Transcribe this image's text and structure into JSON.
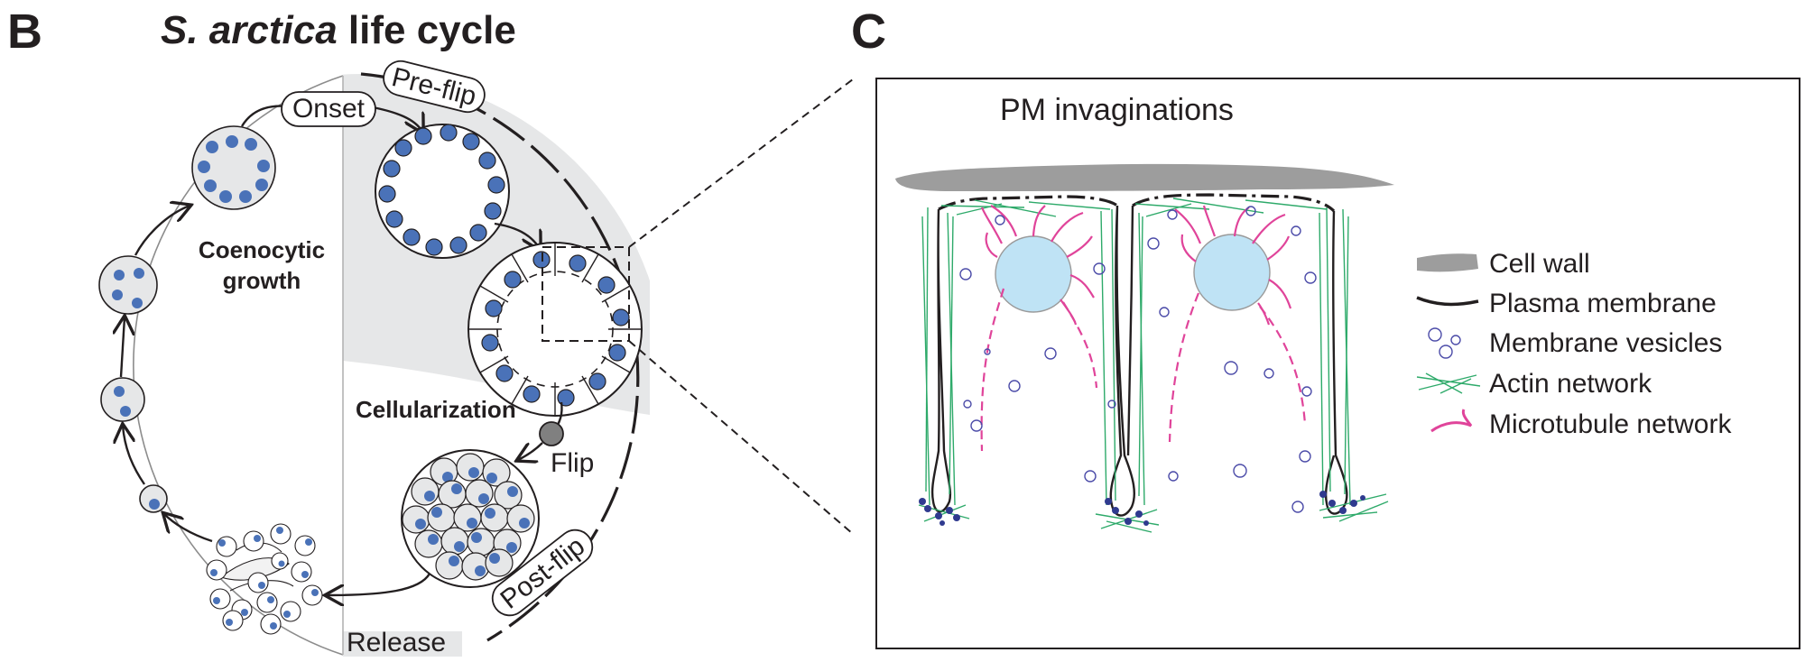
{
  "panel_b": {
    "letter": "B",
    "title_italic": "S. arctica",
    "title_rest": " life cycle",
    "labels": {
      "onset": "Onset",
      "pre_flip": "Pre-flip",
      "coenocytic_1": "Coenocytic",
      "coenocytic_2": "growth",
      "cellularization": "Cellularization",
      "flip": "Flip",
      "post_flip": "Post-flip",
      "release": "Release"
    }
  },
  "panel_c": {
    "letter": "C",
    "heading": "PM invaginations",
    "legend": [
      {
        "label": "Cell wall",
        "icon": "cell-wall-swatch"
      },
      {
        "label": "Plasma membrane",
        "icon": "plasma-membrane-swatch"
      },
      {
        "label": "Membrane vesicles",
        "icon": "vesicle-circles"
      },
      {
        "label": "Actin network",
        "icon": "actin-lines"
      },
      {
        "label": "Microtubule network",
        "icon": "microtubule-curve"
      }
    ]
  },
  "colors": {
    "nucleus": "#4a72b8",
    "light_nucleus": "#bfe3f5",
    "shade": "#e6e7e8",
    "cell_wall": "#9d9d9d",
    "actin": "#2eaa6a",
    "microtubule": "#e0449a",
    "vesicle": "#4b4ba8",
    "ink": "#231f20"
  }
}
